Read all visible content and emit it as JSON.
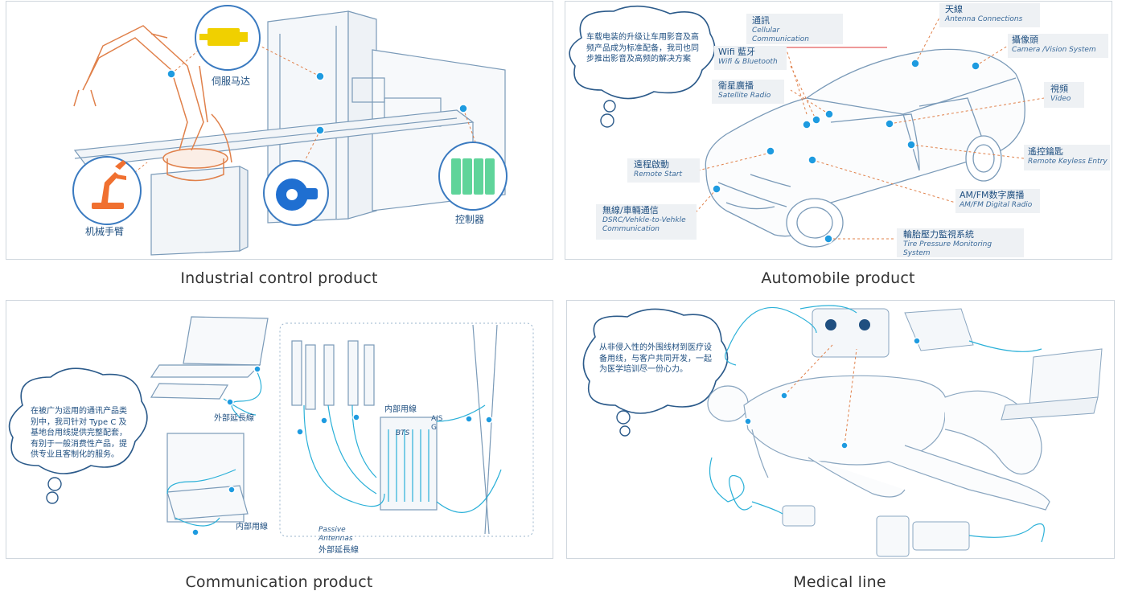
{
  "panels": {
    "industrial": {
      "caption": "Industrial control product",
      "labels": {
        "servo": "伺服马达",
        "arm": "机械手臂",
        "controller": "控制器"
      }
    },
    "automobile": {
      "caption": "Automobile product",
      "bubble": "车载电装的升级让车用影音及高频产品成为标准配备，我司也同步推出影音及高频的解决方案",
      "labels": {
        "cellular_cn": "通訊",
        "cellular_en1": "Cellular",
        "cellular_en2": "Communication",
        "wifi_cn": "Wifi 藍牙",
        "wifi_en": "Wifi & Bluetooth",
        "satellite_cn": "衛星廣播",
        "satellite_en": "Satellite Radio",
        "remote_cn": "遠程啟動",
        "remote_en": "Remote Start",
        "dsrc_cn": "無線/車輛通信",
        "dsrc_en1": "DSRC/Vehkle-to-Vehkle",
        "dsrc_en2": "Communication",
        "antenna_cn": "天線",
        "antenna_en": "Antenna Connections",
        "camera_cn": "攝像頭",
        "camera_en": "Camera /Vision System",
        "video_cn": "視頻",
        "video_en": "Video",
        "keyless_cn": "遙控鑰匙",
        "keyless_en": "Remote Keyless Entry",
        "amfm_cn": "AM/FM数字廣播",
        "amfm_en": "AM/FM Digital Radio",
        "tire_cn": "輪胎壓力監視系統",
        "tire_en1": "Tire Pressure Monitoring",
        "tire_en2": "System"
      }
    },
    "communication": {
      "caption": "Communication product",
      "bubble": "在被广为运用的通讯产品类别中，我司针对 Type C 及基地台用线提供完整配套，有别于一般消费性产品，提供专业且客制化的服务。",
      "labels": {
        "ext1": "外部延長線",
        "internal1": "内部用線",
        "internal2": "内部用線",
        "bts": "BTS",
        "ais1": "AIS",
        "ais2": "G",
        "passive1": "Passive",
        "passive2": "Antennas",
        "ext2": "外部延長線"
      }
    },
    "medical": {
      "caption": "Medical line",
      "bubble": "从非侵入性的外围线材到医疗设备用线，与客户共同开发，一起为医学培训尽一份心力。"
    }
  },
  "colors": {
    "accent": "#1e9be0",
    "line": "#7a9ab8",
    "orange": "#e0804a",
    "servo": "#f0d000",
    "controller": "#5fd49a",
    "motor": "#1f6fd1",
    "arm": "#f07030",
    "cyan": "#2ab0d8"
  }
}
